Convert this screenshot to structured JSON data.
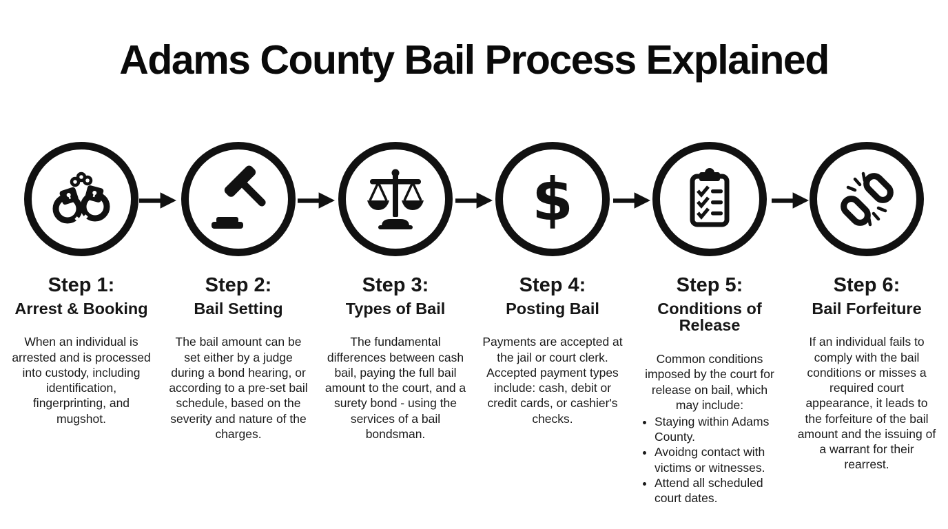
{
  "title": "Adams County Bail Process Explained",
  "colors": {
    "ink": "#111111",
    "background": "#ffffff"
  },
  "steps": [
    {
      "label": "Step 1:",
      "subtitle": "Arrest & Booking",
      "icon": "handcuffs-icon",
      "description": "When an individual is arrested and is processed into custody, including identification, fingerprinting, and mugshot."
    },
    {
      "label": "Step 2:",
      "subtitle": "Bail Setting",
      "icon": "gavel-icon",
      "description": "The bail amount can be set either by a judge during a bond hearing, or according to a pre-set bail schedule, based on the severity and nature of the charges."
    },
    {
      "label": "Step 3:",
      "subtitle": "Types of Bail",
      "icon": "scales-of-justice-icon",
      "description": "The fundamental differences between cash bail, paying the full bail amount to the court, and a surety bond - using the services of a bail bondsman."
    },
    {
      "label": "Step 4:",
      "subtitle": "Posting Bail",
      "icon": "dollar-sign-icon",
      "description": "Payments are accepted at the jail or court clerk. Accepted payment types include: cash, debit or credit cards, or cashier's checks."
    },
    {
      "label": "Step 5:",
      "subtitle": "Conditions of Release",
      "icon": "checklist-clipboard-icon",
      "description": "Common conditions imposed by the court for release on bail, which may include:",
      "bullets": [
        "Staying within Adams County.",
        "Avoidng contact with victims or witnesses.",
        "Attend all scheduled court dates."
      ]
    },
    {
      "label": "Step 6:",
      "subtitle": "Bail Forfeiture",
      "icon": "broken-chain-icon",
      "description": "If an individual fails to comply with the bail conditions or misses a required court appearance, it leads to the forfeiture of the bail amount and the issuing of a warrant for their rearrest."
    }
  ],
  "dollar_glyph": "$"
}
